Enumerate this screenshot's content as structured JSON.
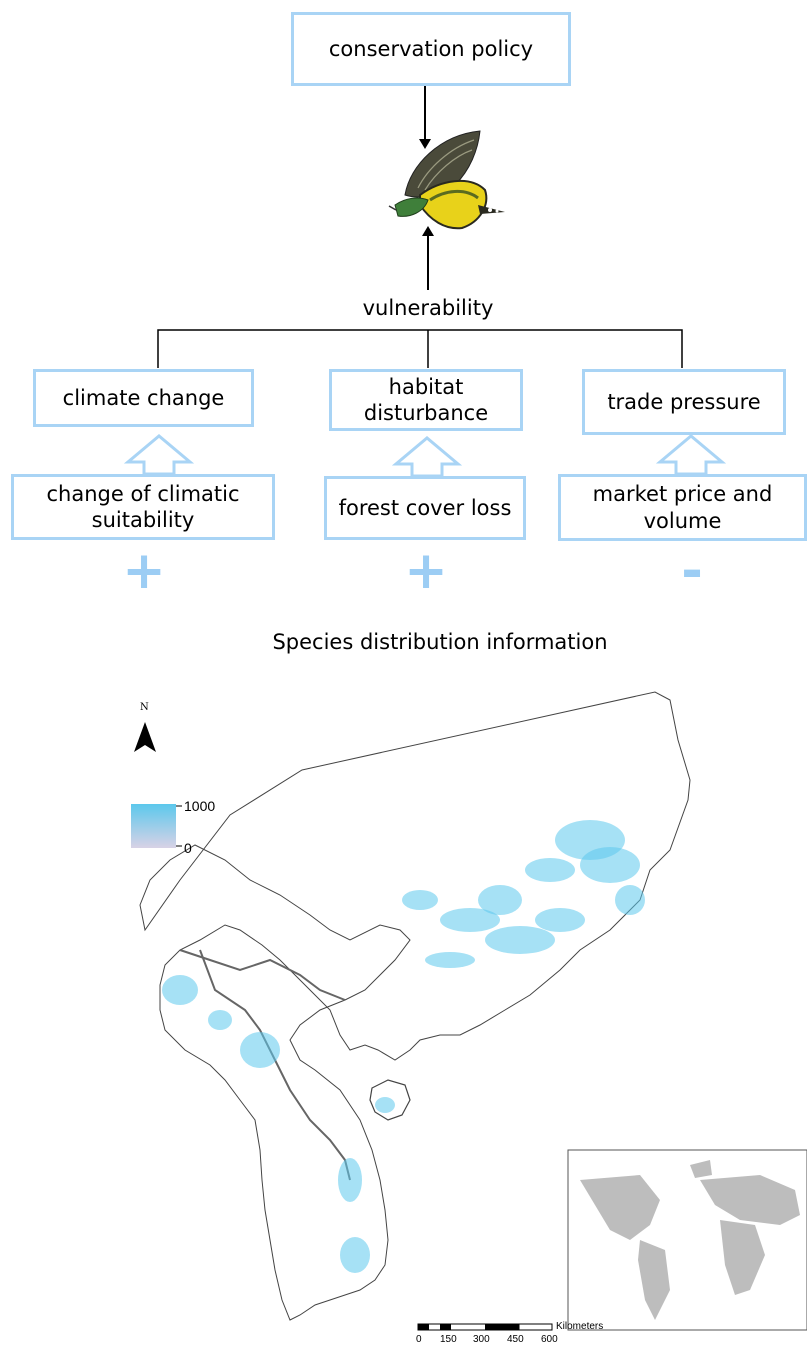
{
  "diagram": {
    "top_box": "conservation policy",
    "center_node": "vulnerability",
    "factors": [
      {
        "label": "climate change",
        "indicator": "change of climatic\nsuitability",
        "sign": "+"
      },
      {
        "label": "habitat\ndisturbance",
        "indicator": "forest cover loss",
        "sign": "+"
      },
      {
        "label": "trade pressure",
        "indicator": "market price and\nvolume",
        "sign": "-"
      }
    ],
    "icon": "butterfly-icon",
    "colors": {
      "box_border": "#a9d4f5",
      "sign": "#9ccdf4"
    }
  },
  "map": {
    "title": "Species distribution information",
    "north_label": "N",
    "legend": {
      "max": "1000",
      "min": "0",
      "color_high": "#5cc8ec",
      "color_low": "#d8d2e6"
    },
    "scale": {
      "ticks": [
        "0",
        "150",
        "300",
        "450",
        "600"
      ],
      "unit": "Kilometers"
    },
    "inset": "world-map-inset"
  }
}
